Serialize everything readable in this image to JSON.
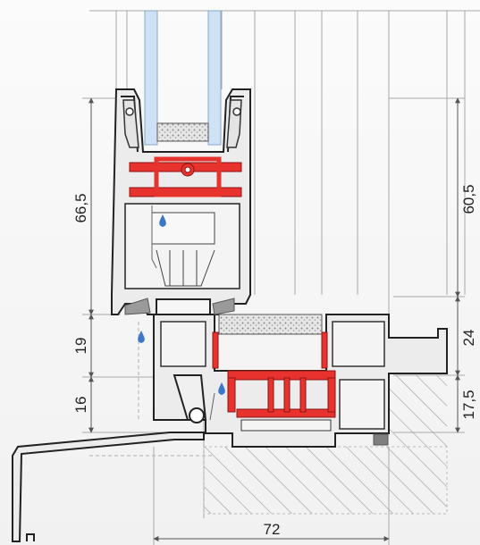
{
  "dimensions": {
    "left_top": "66,5",
    "left_mid": "19",
    "left_bottom": "16",
    "right_top": "60,5",
    "right_mid": "24",
    "right_bottom": "17,5",
    "bottom_width": "72"
  },
  "colors": {
    "profile_fill": "#ececec",
    "profile_stroke": "#222222",
    "thermal_break": "#e8322d",
    "glass": "#cfe2f5",
    "gasket": "#9a9a9a",
    "water_drop": "#3a78c8",
    "construction_lines": "#a8a8a8",
    "hatch": "#9a9a9a"
  }
}
